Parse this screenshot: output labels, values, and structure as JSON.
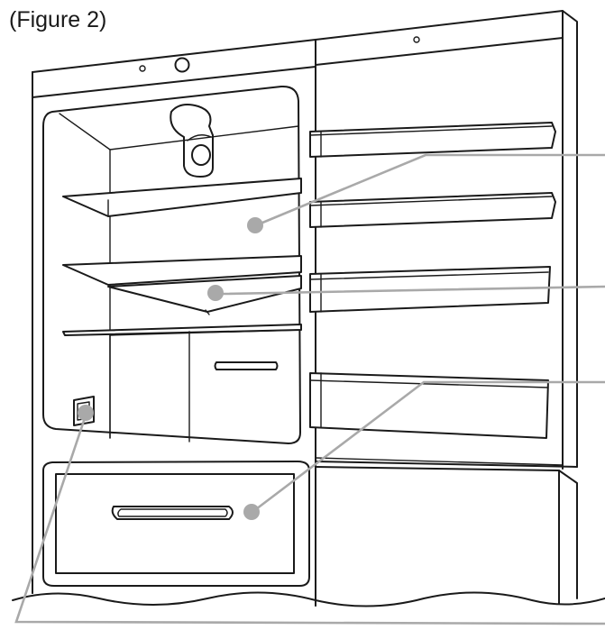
{
  "figure": {
    "caption": "(Figure 2)"
  },
  "colors": {
    "line_art": "#1a1a1a",
    "leader_lines": "#a9a9a9",
    "background": "#ffffff"
  },
  "callouts": [
    {
      "id": "refrigerator-shelves",
      "label": ""
    },
    {
      "id": "shelf-bin",
      "label": ""
    },
    {
      "id": "door-bins-and-crisper",
      "label": ""
    },
    {
      "id": "storage-bottom",
      "label": ""
    }
  ]
}
